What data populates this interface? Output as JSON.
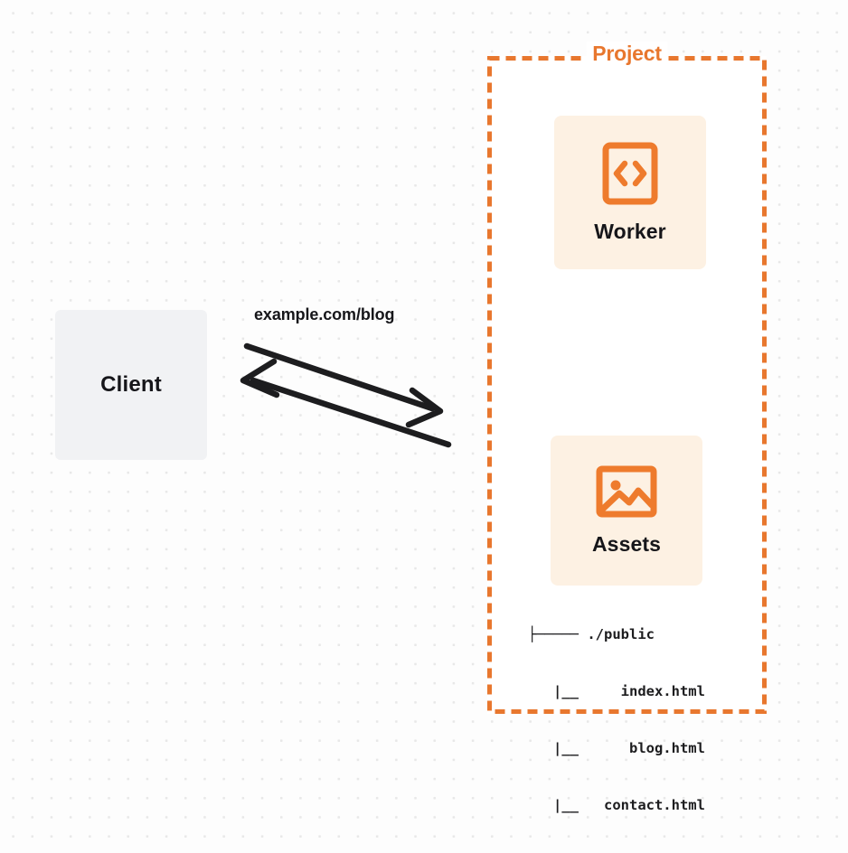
{
  "diagram": {
    "type": "architecture-flow",
    "background": {
      "color": "#fdfdfd",
      "dot_color": "#e8e8e8",
      "grid": "dotted"
    },
    "colors": {
      "accent": "#e8772e",
      "card_fill": "#fdf1e3",
      "client_fill": "#f1f2f4",
      "text": "#16161a",
      "stroke": "#1d1d1f"
    },
    "client": {
      "label": "Client"
    },
    "edge": {
      "label": "example.com/blog",
      "direction": "bidirectional",
      "stroke_color": "#1d1d1f"
    },
    "project": {
      "title": "Project",
      "border_style": "dashed",
      "border_color": "#e8772e",
      "nodes": [
        {
          "id": "worker",
          "label": "Worker",
          "icon": "code-brackets-icon"
        },
        {
          "id": "assets",
          "label": "Assets",
          "icon": "image-icon"
        }
      ],
      "file_tree": {
        "rows": [
          {
            "prefix": "├──",
            "name": "./public"
          },
          {
            "prefix": "  |__",
            "name": "index.html"
          },
          {
            "prefix": "  |__",
            "name": "blog.html"
          },
          {
            "prefix": "  |__",
            "name": "contact.html"
          }
        ],
        "lines": [
          "├───── ./public",
          "   |__     index.html",
          "   |__      blog.html",
          "   |__   contact.html"
        ]
      }
    }
  }
}
